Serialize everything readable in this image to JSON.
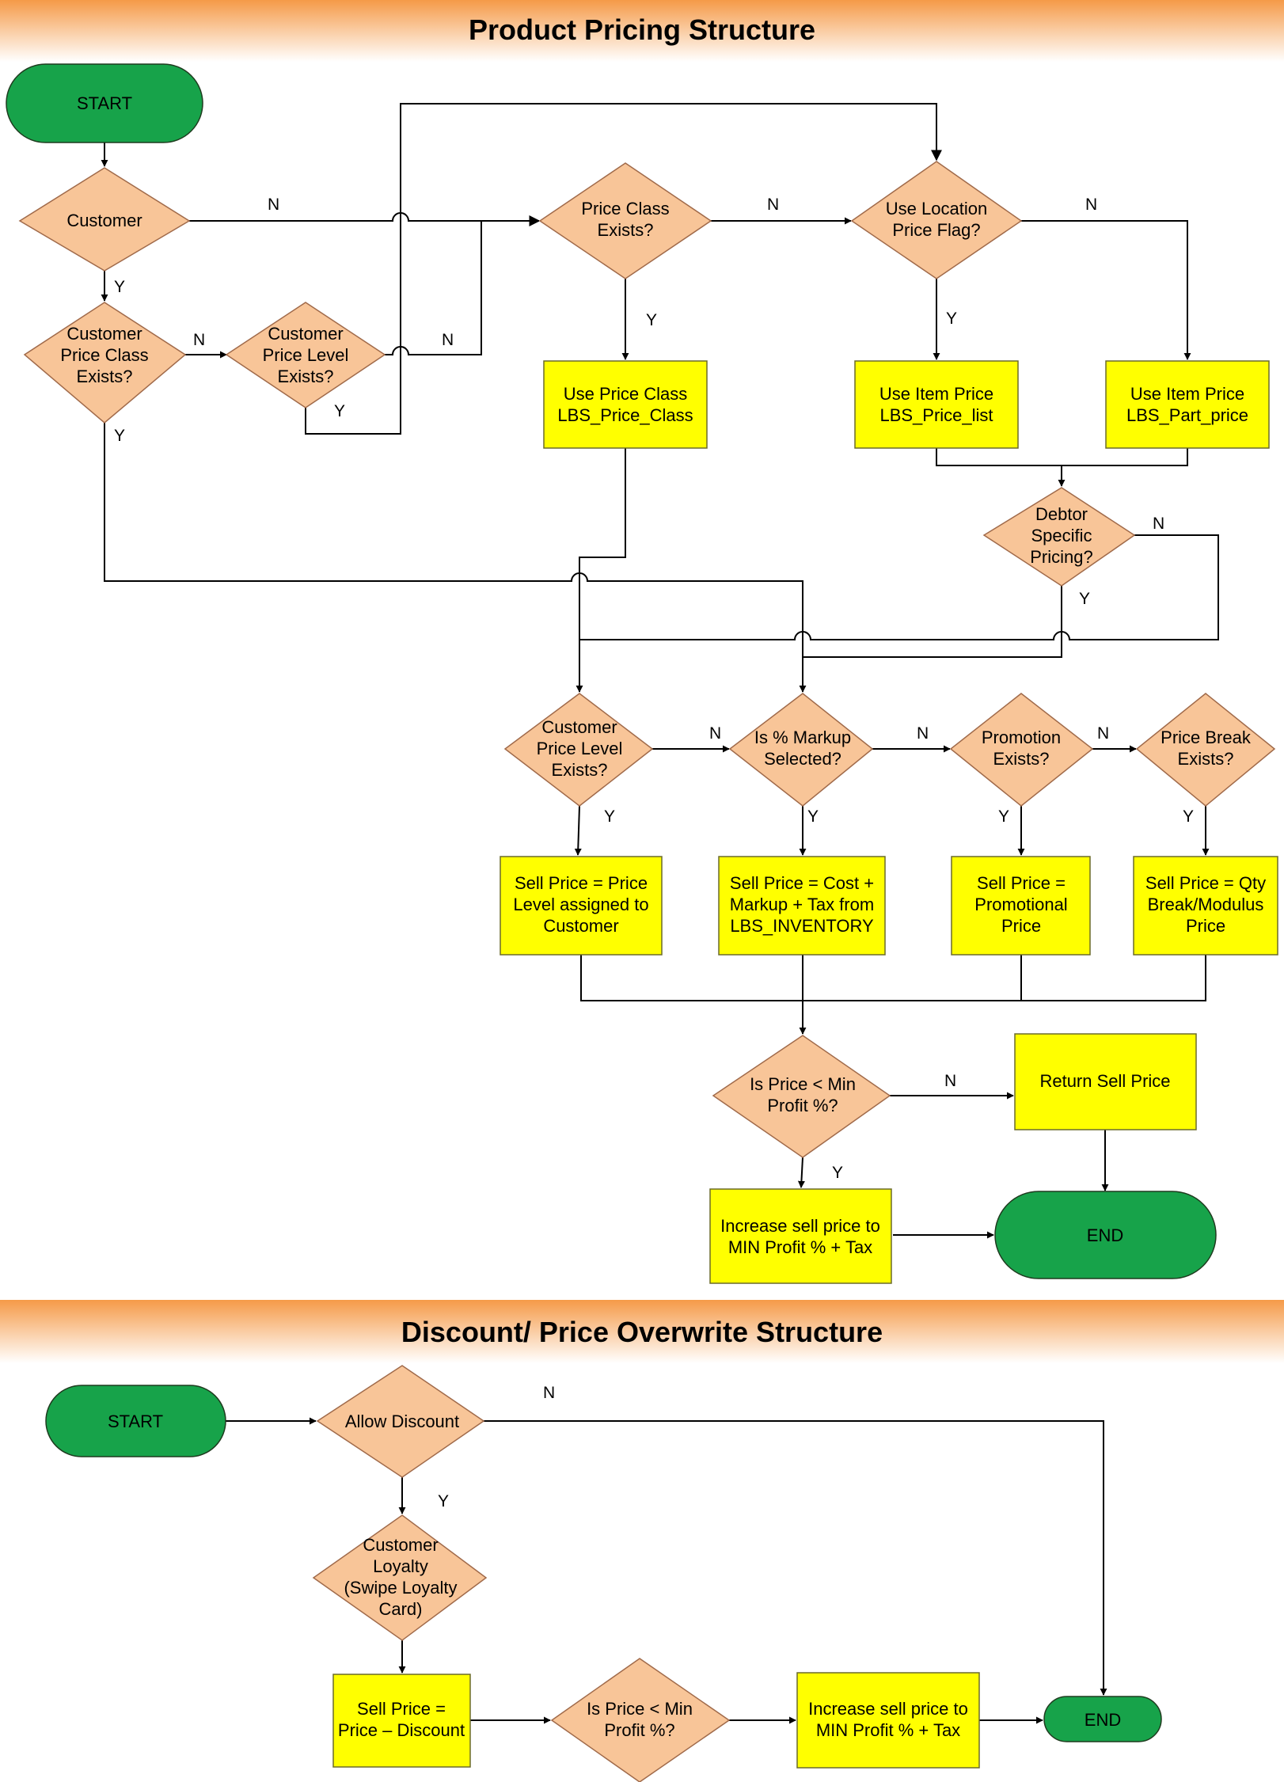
{
  "colors": {
    "header_top": "#f59a48",
    "header_bottom": "#ffffff",
    "terminal": "#17a34a",
    "decision": "#f8c598",
    "process": "#ffff00"
  },
  "section1": {
    "title": "Product Pricing Structure",
    "start": "START",
    "customer": "Customer",
    "cust_price_class": [
      "Customer",
      "Price Class",
      "Exists?"
    ],
    "cust_price_level_top": [
      "Customer",
      "Price Level",
      "Exists?"
    ],
    "price_class_exists": [
      "Price Class",
      "Exists?"
    ],
    "use_location_flag": [
      "Use Location",
      "Price Flag?"
    ],
    "use_price_class": [
      "Use Price Class",
      "LBS_Price_Class"
    ],
    "use_item_price_list": [
      "Use Item Price",
      "LBS_Price_list"
    ],
    "use_item_price_part": [
      "Use Item Price",
      "LBS_Part_price"
    ],
    "debtor_specific": [
      "Debtor",
      "Specific",
      "Pricing?"
    ],
    "cust_price_level": [
      "Customer",
      "Price Level",
      "Exists?"
    ],
    "markup_selected": [
      "Is % Markup",
      "Selected?"
    ],
    "promotion_exists": [
      "Promotion",
      "Exists?"
    ],
    "price_break_exists": [
      "Price Break",
      "Exists?"
    ],
    "sell_level": [
      "Sell Price = Price",
      "Level assigned to",
      "Customer"
    ],
    "sell_markup": [
      "Sell Price = Cost +",
      "Markup + Tax from",
      "LBS_INVENTORY"
    ],
    "sell_promo": [
      "Sell Price =",
      "Promotional",
      "Price"
    ],
    "sell_qty": [
      "Sell Price = Qty",
      "Break/Modulus",
      "Price"
    ],
    "min_profit": [
      "Is Price < Min",
      "Profit %?"
    ],
    "return_sell": "Return Sell Price",
    "increase": [
      "Increase sell price to",
      "MIN Profit % + Tax"
    ],
    "end": "END",
    "labels": {
      "n1": "N",
      "n2": "N",
      "n3": "N",
      "n4": "N",
      "n5": "N",
      "n6": "N",
      "n7": "N",
      "n8": "N",
      "n9": "N",
      "y1": "Y",
      "y2": "Y",
      "y3": "Y",
      "y4": "Y",
      "y5": "Y",
      "y6": "Y",
      "y7": "Y",
      "y8": "Y",
      "y9": "Y",
      "y10": "Y",
      "y11": "Y"
    }
  },
  "section2": {
    "title": "Discount/ Price Overwrite Structure",
    "start": "START",
    "allow_discount": "Allow Discount",
    "loyalty": [
      "Customer",
      "Loyalty",
      "(Swipe Loyalty",
      "Card)"
    ],
    "sell_discount": [
      "Sell Price =",
      "Price – Discount"
    ],
    "min_profit": [
      "Is Price < Min",
      "Profit %?"
    ],
    "increase": [
      "Increase sell price to",
      "MIN Profit % + Tax"
    ],
    "end": "END",
    "labels": {
      "n": "N",
      "y": "Y"
    }
  }
}
